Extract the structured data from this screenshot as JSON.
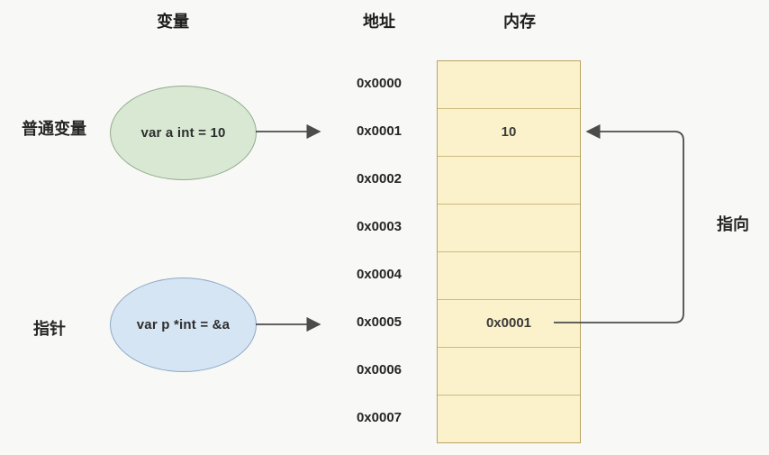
{
  "headers": {
    "variables": "变量",
    "address": "地址",
    "memory": "内存"
  },
  "row_labels": {
    "normal_variable": "普通变量",
    "pointer": "指针"
  },
  "nodes": {
    "normal": {
      "text": "var a int = 10",
      "fill": "#d8e8d2",
      "stroke": "#94ab8e"
    },
    "pointer": {
      "text": "var p *int = &a",
      "fill": "#d6e5f4",
      "stroke": "#8ca8c6"
    }
  },
  "memory": {
    "cell_fill": "#fbf1ca",
    "cell_stroke": "#c9b77c",
    "rows": [
      {
        "address": "0x0000",
        "value": ""
      },
      {
        "address": "0x0001",
        "value": "10"
      },
      {
        "address": "0x0002",
        "value": ""
      },
      {
        "address": "0x0003",
        "value": ""
      },
      {
        "address": "0x0004",
        "value": ""
      },
      {
        "address": "0x0005",
        "value": "0x0001"
      },
      {
        "address": "0x0006",
        "value": ""
      },
      {
        "address": "0x0007",
        "value": ""
      }
    ]
  },
  "annotations": {
    "points_to": "指向"
  },
  "colors": {
    "background": "#f8f8f6",
    "arrow": "#4c4c4c"
  }
}
